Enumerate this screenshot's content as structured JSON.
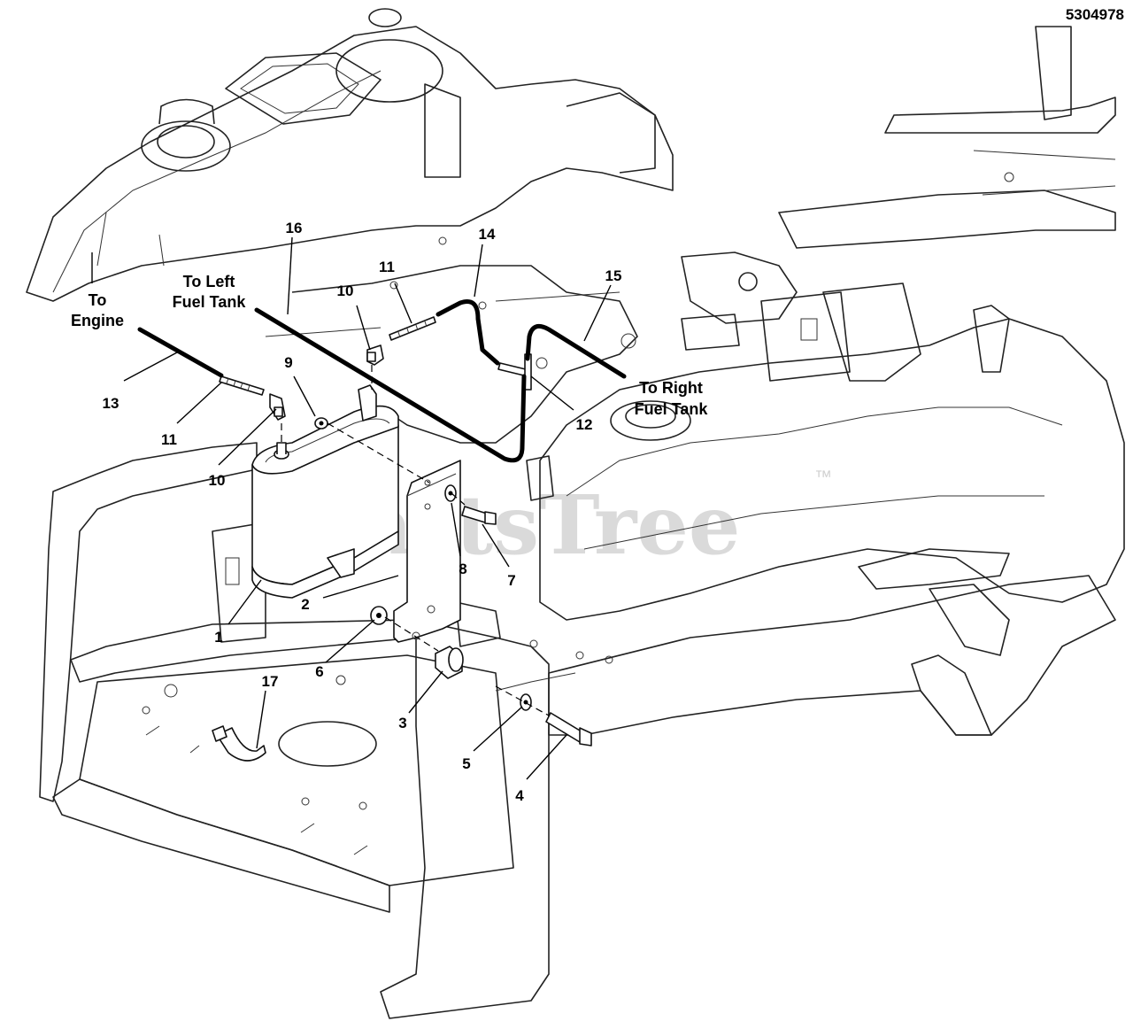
{
  "diagram_number": "5304978",
  "watermark": {
    "text": "PartsTree",
    "trademark": "™"
  },
  "labels": {
    "to_engine_line1": "To",
    "to_engine_line2": "Engine",
    "to_left_line1": "To Left",
    "to_left_line2": "Fuel Tank",
    "to_right_line1": "To Right",
    "to_right_line2": "Fuel Tank"
  },
  "callouts": [
    {
      "id": "c1",
      "text": "1"
    },
    {
      "id": "c2",
      "text": "2"
    },
    {
      "id": "c3",
      "text": "3"
    },
    {
      "id": "c4",
      "text": "4"
    },
    {
      "id": "c5",
      "text": "5"
    },
    {
      "id": "c6",
      "text": "6"
    },
    {
      "id": "c7",
      "text": "7"
    },
    {
      "id": "c8",
      "text": "8"
    },
    {
      "id": "c9",
      "text": "9"
    },
    {
      "id": "c10a",
      "text": "10"
    },
    {
      "id": "c10b",
      "text": "10"
    },
    {
      "id": "c11a",
      "text": "11"
    },
    {
      "id": "c11b",
      "text": "11"
    },
    {
      "id": "c12",
      "text": "12"
    },
    {
      "id": "c13",
      "text": "13"
    },
    {
      "id": "c14",
      "text": "14"
    },
    {
      "id": "c15",
      "text": "15"
    },
    {
      "id": "c16",
      "text": "16"
    },
    {
      "id": "c17",
      "text": "17"
    }
  ]
}
